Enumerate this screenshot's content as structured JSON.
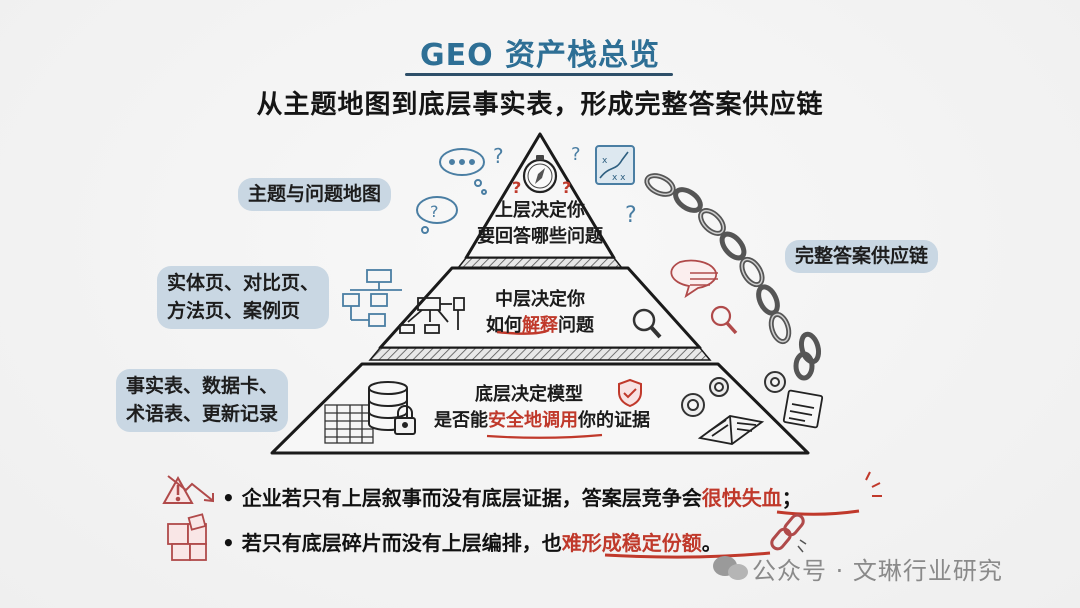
{
  "header": {
    "title": "GEO 资产栈总览",
    "subtitle": "从主题地图到底层事实表，形成完整答案供应链"
  },
  "pyramid": {
    "tiers": [
      {
        "id": "top",
        "line1": "上层决定你",
        "line2": "要回答哪些问题",
        "side_label": "主题与问题地图",
        "icons": [
          "compass-icon",
          "question-mark-icon",
          "thought-bubble-icon",
          "map-strategy-icon"
        ]
      },
      {
        "id": "middle",
        "line1": "中层决定你",
        "line2_prefix": "如何",
        "line2_highlight": "解释",
        "line2_suffix": "问题",
        "side_label_line1": "实体页、对比页、",
        "side_label_line2": "方法页、案例页",
        "icons": [
          "flowchart-icon",
          "magnifier-icon",
          "speech-bubble-icon"
        ]
      },
      {
        "id": "bottom",
        "line1": "底层决定模型",
        "line2_prefix": "是否能",
        "line2_highlight": "安全地调用",
        "line2_suffix": "你的证据",
        "side_label_line1": "事实表、数据卡、",
        "side_label_line2": "术语表、更新记录",
        "icons": [
          "database-lock-icon",
          "spreadsheet-icon",
          "shield-check-icon",
          "gears-icon",
          "open-book-icon",
          "notepad-icon"
        ]
      }
    ],
    "chain_label": "完整答案供应链"
  },
  "bullets": [
    {
      "icon": "warning-decline-icon",
      "bullet": "•",
      "prefix": "企业若只有上层叙事而没有底层证据，答案层竞争会",
      "highlight": "很快失血",
      "suffix": "；"
    },
    {
      "icon": "puzzle-icon",
      "bullet": "•",
      "prefix": "若只有底层碎片而没有上层编排，也",
      "highlight": "难形成稳定份额",
      "suffix": "。"
    }
  ],
  "watermark": {
    "text": "公众号 · 文琳行业研究"
  },
  "colors": {
    "title_blue": "#2e6f95",
    "accent_red": "#c0392b",
    "pill_blue": "#c9d7e3",
    "line_dark": "#1a1a1a"
  }
}
